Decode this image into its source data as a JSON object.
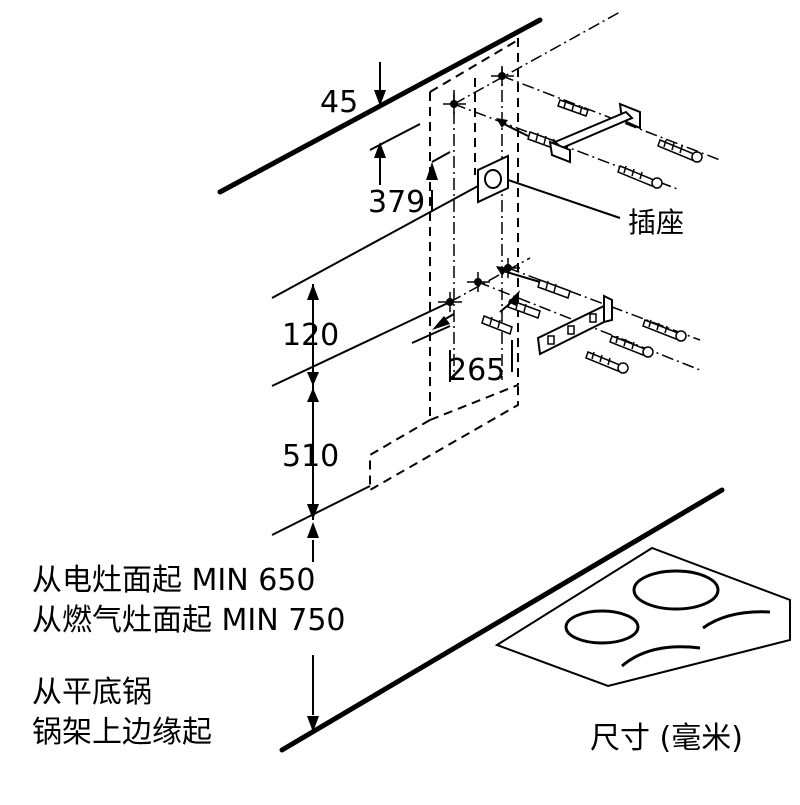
{
  "dimensions": {
    "top_offset": "45",
    "vertical_to_socket": "379",
    "bracket_spacing": "120",
    "lower_height": "510",
    "hole_spacing": "265"
  },
  "labels": {
    "socket": "插座",
    "min_electric": "从电灶面起 MIN 650",
    "min_gas": "从燃气灶面起 MIN 750",
    "from_pan_line1": "从平底锅",
    "from_pan_line2": "锅架上边缘起",
    "units": "尺寸 (毫米)"
  }
}
